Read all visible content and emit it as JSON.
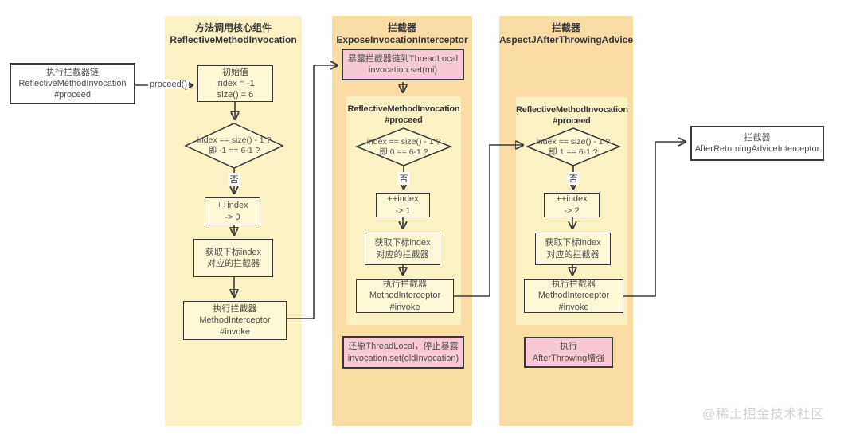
{
  "watermark": "@稀土掘金技术社区",
  "proceed_label": "proceed()",
  "no_label": "否",
  "start_box": {
    "line1": "执行拦截器链",
    "line2": "ReflectiveMethodInvocation",
    "line3": "#proceed"
  },
  "end_box": {
    "line1": "拦截器",
    "line2": "AfterReturningAdviceInterceptor"
  },
  "left_panel": {
    "title": "方法调用核心组件",
    "subtitle": "ReflectiveMethodInvocation",
    "init_box": {
      "line1": "初始值",
      "line2": "index = -1",
      "line3": "size() = 6"
    },
    "diamond": {
      "line1": "index == size() - 1 ?",
      "line2": "即 -1 == 6-1 ?"
    },
    "inc_box": {
      "line1": "++index",
      "line2": "-> 0"
    },
    "get_box": {
      "line1": "获取下标index",
      "line2": "对应的拦截器"
    },
    "invoke_box": {
      "line1": "执行拦截器",
      "line2": "MethodInterceptor",
      "line3": "#invoke"
    }
  },
  "middle_panel": {
    "title": "拦截器",
    "subtitle": "ExposeInvocationInterceptor",
    "expose_box": {
      "line1": "暴露拦截器链到ThreadLocal",
      "line2": "invocation.set(mi)"
    },
    "sub_panel": {
      "title": "ReflectiveMethodInvocation",
      "subtitle": "#proceed"
    },
    "diamond": {
      "line1": "index == size() - 1 ?",
      "line2": "即 0 == 6-1 ?"
    },
    "inc_box": {
      "line1": "++index",
      "line2": "-> 1"
    },
    "get_box": {
      "line1": "获取下标index",
      "line2": "对应的拦截器"
    },
    "invoke_box": {
      "line1": "执行拦截器",
      "line2": "MethodInterceptor",
      "line3": "#invoke"
    },
    "restore_box": {
      "line1": "还原ThreadLocal，停止暴露",
      "line2": "invocation.set(oldInvocation)"
    }
  },
  "right_panel": {
    "title": "拦截器",
    "subtitle": "AspectJAfterThrowingAdvice",
    "sub_panel": {
      "title": "ReflectiveMethodInvocation",
      "subtitle": "#proceed"
    },
    "diamond": {
      "line1": "index == size() - 1 ?",
      "line2": "即 1 == 6-1 ?"
    },
    "inc_box": {
      "line1": "++index",
      "line2": "-> 2"
    },
    "get_box": {
      "line1": "获取下标index",
      "line2": "对应的拦截器"
    },
    "invoke_box": {
      "line1": "执行拦截器",
      "line2": "MethodInterceptor",
      "line3": "#invoke"
    },
    "after_box": {
      "line1": "执行",
      "line2": "AfterThrowing增强"
    }
  },
  "colors": {
    "panel_yellow": "#FAF2C2",
    "panel_orange": "#FADCA4",
    "box_yellow": "#FCF7D4",
    "pink": "#F8C9D4",
    "border": "#383838"
  }
}
